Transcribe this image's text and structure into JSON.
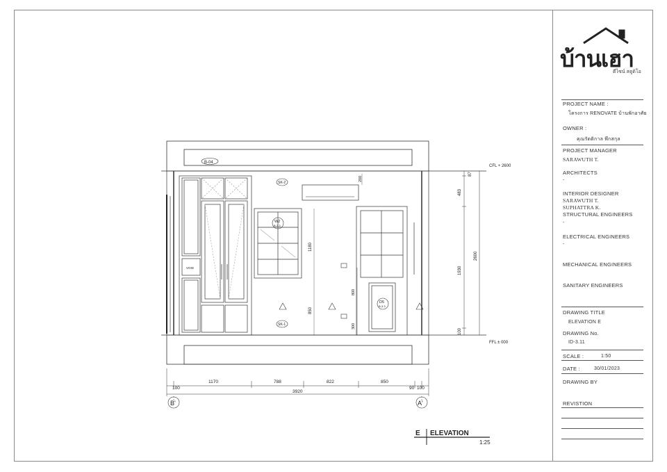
{
  "logo": {
    "brand": "บ้านเฮา",
    "sub": "ดีไซน์ สตูดิโอ"
  },
  "title_block": {
    "project_name_label": "PROJECT NAME :",
    "project_name": "โครงการ RENOVATE บ้านพักอาศัย",
    "owner_label": "OWNER :",
    "owner": "คุณรัตติกาล พึกสกุล",
    "project_manager_label": "PROJECT MANAGER",
    "project_manager": "SARAWUTH T.",
    "architects_label": "ARCHITECTS",
    "architects": "-",
    "interior_designer_label": "INTERIOR DESIGNER",
    "interior_designer_1": "SARAWUTH T.",
    "interior_designer_2": "SUPHATTRA K.",
    "structural_label": "STRUCTURAL ENGINEERS",
    "structural": "-",
    "electrical_label": "ELECTRICAL ENGINEERS",
    "electrical": "-",
    "mechanical_label": "MECHANICAL ENGINEERS",
    "sanitary_label": "SANITARY ENGINEERS",
    "drawing_title_label": "DRAWING TITLE",
    "drawing_title": "ELEVATION E",
    "drawing_no_label": "DRAWING No.",
    "drawing_no": "ID-3.11",
    "scale_label": "SCALE :",
    "scale": "1:50",
    "date_label": "DATE :",
    "date": "30/01/2023",
    "drawing_by_label": "DRAWING BY",
    "revision_label": "REVISTION"
  },
  "elevation": {
    "letter": "E",
    "title": "ELEVATION",
    "scale": "1:25",
    "tag_cabinet": "B-04",
    "tag_sk2": "SK-2",
    "tag_sk1": "SK-1",
    "tag_window": "W2",
    "tag_window_sub": "B-3.3",
    "tag_door": "D5",
    "tag_door_sub": "B-3.3",
    "void_label": "VOID",
    "cfl": "CFL + 2600",
    "ffl": "FFL ± 000",
    "grid_left": "B'",
    "grid_right": "A'",
    "dims_bottom": [
      "100",
      "1170",
      "788",
      "822",
      "850",
      "90",
      "100"
    ],
    "dim_total": "3920",
    "dims_right": [
      "87",
      "483",
      "1930",
      "2600",
      "100"
    ],
    "dim_window_h": "1180",
    "dim_sill": "850",
    "dim_ac": "200",
    "dim_switch": "800",
    "dim_socket": "300"
  }
}
